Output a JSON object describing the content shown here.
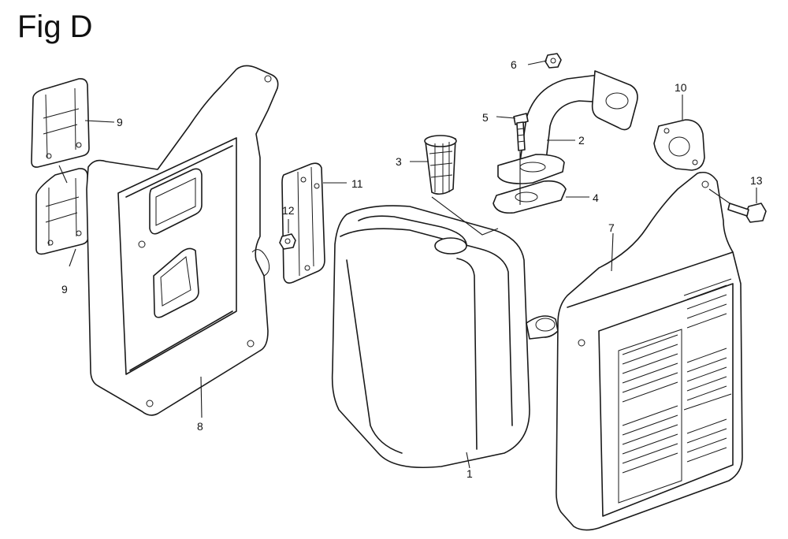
{
  "figure": {
    "title": "Fig D"
  },
  "callouts": {
    "c1": "1",
    "c2": "2",
    "c3": "3",
    "c4": "4",
    "c5": "5",
    "c6": "6",
    "c7": "7",
    "c8": "8",
    "c9a": "9",
    "c9b": "9",
    "c10": "10",
    "c11": "11",
    "c12": "12",
    "c13": "13"
  }
}
